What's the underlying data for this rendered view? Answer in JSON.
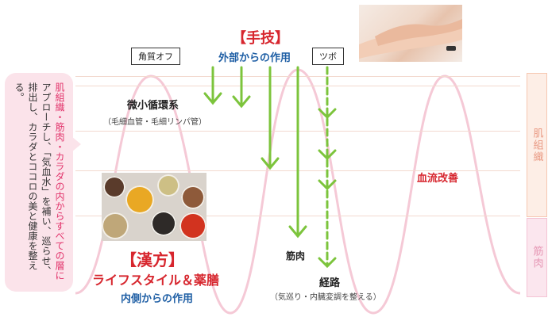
{
  "top": {
    "title": "【手技】",
    "subtitle": "外部からの作用",
    "label_left": "角質オフ",
    "label_right": "ツボ"
  },
  "bottom": {
    "title": "【漢方】",
    "subtitle": "ライフスタイル＆薬膳",
    "caption": "内側からの作用"
  },
  "labels": {
    "micro": "微小循環系",
    "micro_sub": "（毛細血管・毛細リンパ管）",
    "blood": "血流改善",
    "muscle": "筋肉",
    "meridian": "経路",
    "meridian_sub": "（気巡り・内臓変調を整える）"
  },
  "layers": {
    "skin": "肌組織",
    "muscle": "筋肉"
  },
  "bubble": {
    "highlight": "肌組織・筋肉・カラダの内からすべての層に",
    "rest": "アプローチし、「気血水」を補い、巡らせ、排出し、カラダとココロの美と健康を整える。"
  },
  "colors": {
    "accent_red": "#d7262e",
    "accent_blue": "#1f5fa5",
    "arrow_green": "#7cc43c",
    "wave_pink": "#f5c9d6"
  }
}
